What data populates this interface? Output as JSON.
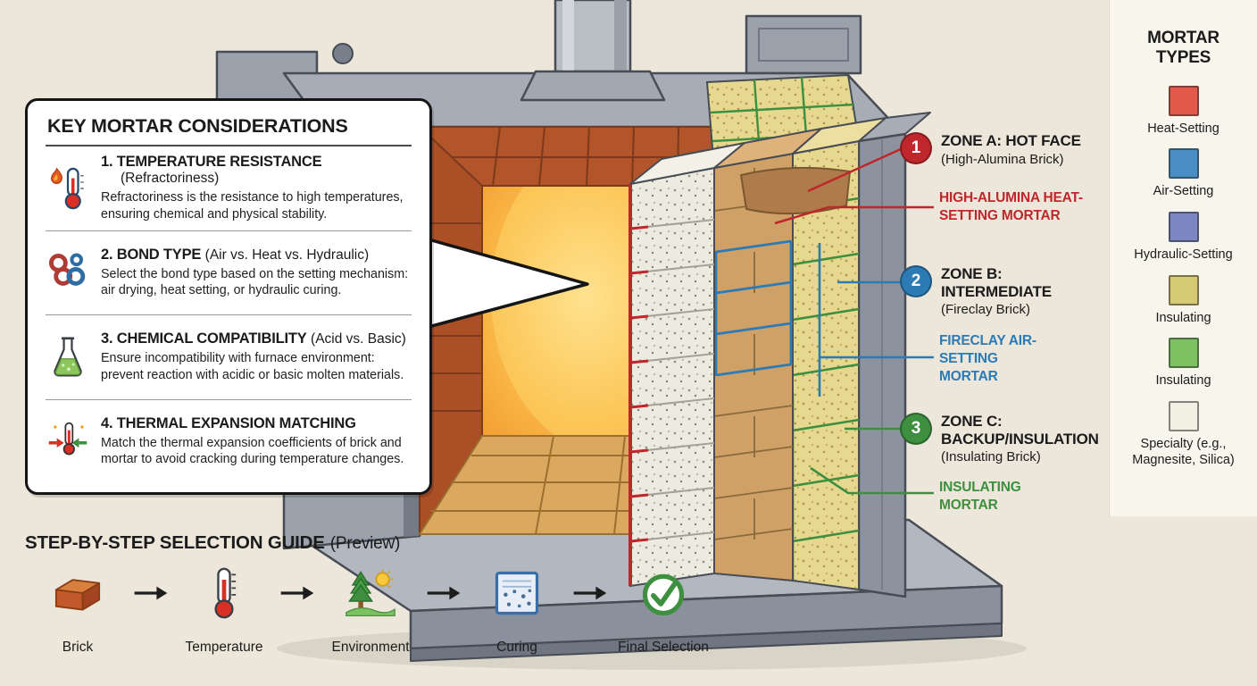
{
  "considerations": {
    "title": "KEY MORTAR CONSIDERATIONS",
    "items": [
      {
        "heading": "1. TEMPERATURE RESISTANCE",
        "qualifier": "(Refractoriness)",
        "body": "Refractoriness is the resistance to high temperatures, ensuring chemical and physical stability.",
        "icon": "thermometer-flame-icon"
      },
      {
        "heading": "2. BOND TYPE",
        "qualifier": "(Air vs. Heat vs. Hydraulic)",
        "body": "Select the bond type based on the setting mechanism: air drying, heat setting, or hydraulic curing.",
        "icon": "chain-bond-icon"
      },
      {
        "heading": "3. CHEMICAL COMPATIBILITY",
        "qualifier": "(Acid vs. Basic)",
        "body": "Ensure incompatibility with furnace environment: prevent reaction with acidic or basic molten materials.",
        "icon": "flask-icon"
      },
      {
        "heading": "4. THERMAL EXPANSION MATCHING",
        "qualifier": "",
        "body": "Match the thermal expansion coefficients of brick and mortar to avoid cracking during temperature changes.",
        "icon": "thermal-expansion-icon"
      }
    ]
  },
  "zones": [
    {
      "number": "1",
      "color": "#bf272c",
      "title": "ZONE A: HOT FACE",
      "subtitle": "(High-Alumina Brick)",
      "mortar": "HIGH-ALUMINA HEAT-SETTING MORTAR"
    },
    {
      "number": "2",
      "color": "#2c7bb5",
      "title": "ZONE B: INTERMEDIATE",
      "subtitle": "(Fireclay Brick)",
      "mortar": "FIRECLAY AIR-SETTING MORTAR"
    },
    {
      "number": "3",
      "color": "#3e8f3f",
      "title": "ZONE C: BACKUP/INSULATION",
      "subtitle": "(Insulating Brick)",
      "mortar": "INSULATING MORTAR"
    }
  ],
  "legend": {
    "title": "MORTAR TYPES",
    "items": [
      {
        "label": "Heat-Setting",
        "color": "#e2594a"
      },
      {
        "label": "Air-Setting",
        "color": "#4a8fc4"
      },
      {
        "label": "Hydraulic-Setting",
        "color": "#7b86c2"
      },
      {
        "label": "Insulating",
        "color": "#d6ca74"
      },
      {
        "label": "Insulating",
        "color": "#7cc162"
      },
      {
        "label": "Specialty (e.g., Magnesite, Silica)",
        "color": "#f2efe3"
      }
    ]
  },
  "guide": {
    "title": "STEP-BY-STEP SELECTION GUIDE",
    "suffix": "(Preview)",
    "steps": [
      {
        "label": "Brick",
        "icon": "brick-icon"
      },
      {
        "label": "Temperature",
        "icon": "thermometer-icon"
      },
      {
        "label": "Environment",
        "icon": "environment-icon"
      },
      {
        "label": "Curing",
        "icon": "curing-icon"
      },
      {
        "label": "Final Selection",
        "icon": "check-icon"
      }
    ]
  }
}
